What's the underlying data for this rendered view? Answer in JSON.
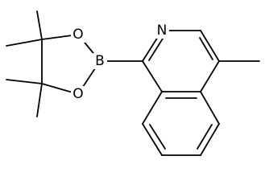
{
  "molecule": {
    "atom_labels": {
      "boron": "B",
      "ring_oxygen_top": "O",
      "ring_oxygen_bottom": "O",
      "ring_nitrogen": "N"
    }
  }
}
